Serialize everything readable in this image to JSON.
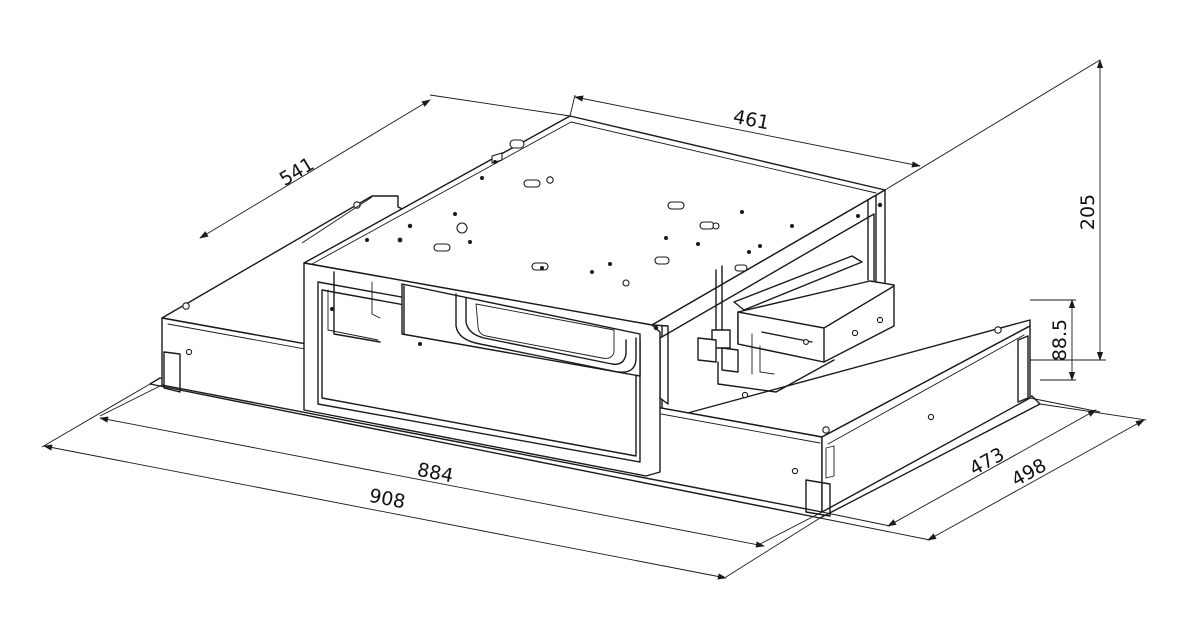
{
  "dimensions": {
    "d541": "541",
    "d461": "461",
    "d205": "205",
    "d88_5": "88.5",
    "d884": "884",
    "d908": "908",
    "d473": "473",
    "d498": "498"
  },
  "colors": {
    "line": "#1a1a1a",
    "background": "#ffffff"
  }
}
